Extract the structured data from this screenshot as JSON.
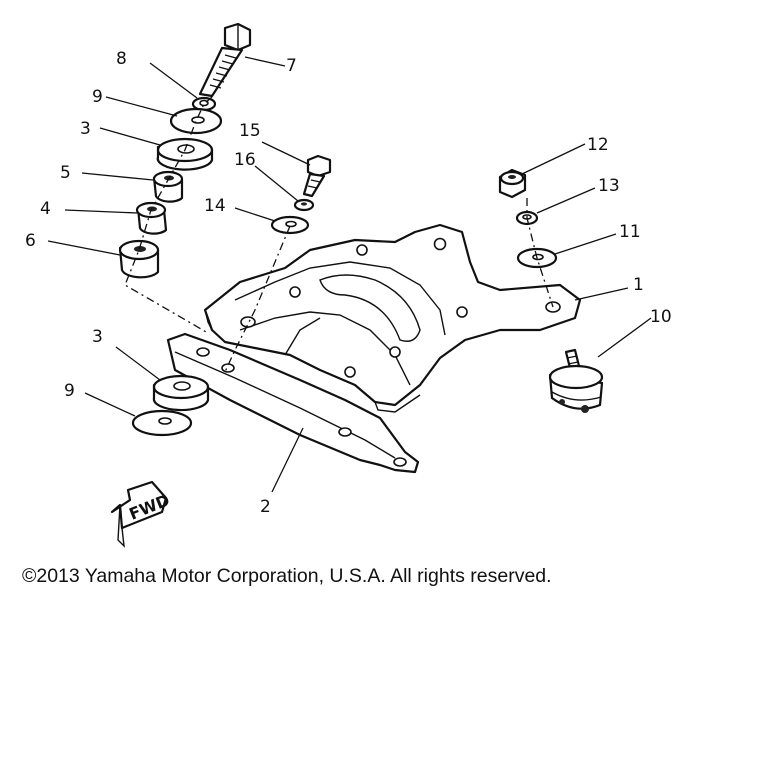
{
  "callouts": [
    {
      "id": "1",
      "label": "1"
    },
    {
      "id": "2",
      "label": "2"
    },
    {
      "id": "3a",
      "label": "3"
    },
    {
      "id": "3b",
      "label": "3"
    },
    {
      "id": "4",
      "label": "4"
    },
    {
      "id": "5",
      "label": "5"
    },
    {
      "id": "6",
      "label": "6"
    },
    {
      "id": "7",
      "label": "7"
    },
    {
      "id": "8",
      "label": "8"
    },
    {
      "id": "9a",
      "label": "9"
    },
    {
      "id": "9b",
      "label": "9"
    },
    {
      "id": "10",
      "label": "10"
    },
    {
      "id": "11",
      "label": "11"
    },
    {
      "id": "12",
      "label": "12"
    },
    {
      "id": "13",
      "label": "13"
    },
    {
      "id": "14",
      "label": "14"
    },
    {
      "id": "15",
      "label": "15"
    },
    {
      "id": "16",
      "label": "16"
    }
  ],
  "fwd_label": "FWD",
  "copyright": "©2013 Yamaha Motor Corporation, U.S.A. All rights reserved."
}
